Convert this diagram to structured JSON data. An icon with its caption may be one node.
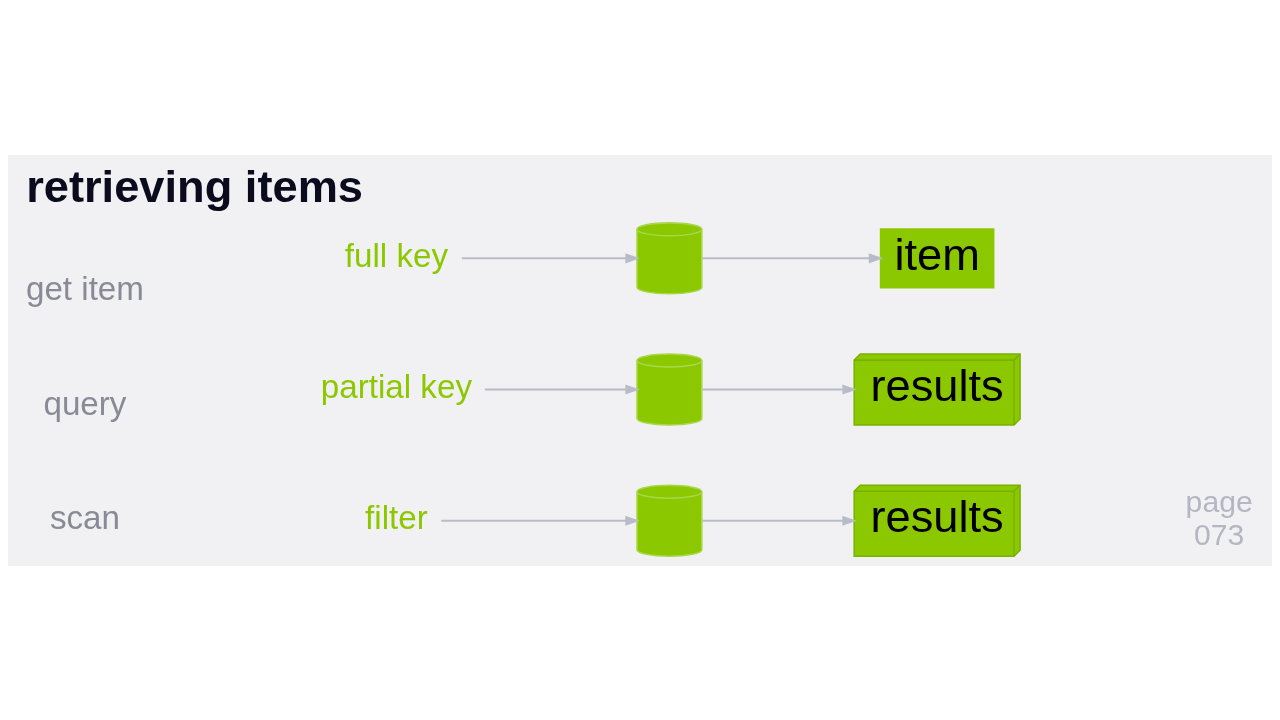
{
  "diagram": {
    "title": "retrieving items",
    "nodes": [
      {
        "text": [
          "full key"
        ]
      },
      {
        "text": [],
        "shape": "cylinder"
      },
      {
        "text": [
          "item"
        ]
      },
      {
        "text": [
          "partial key"
        ]
      },
      {
        "text": [],
        "shape": "cylinder"
      },
      {
        "text": [
          "results"
        ]
      },
      {
        "text": [
          "filter"
        ]
      },
      {
        "text": [],
        "shape": "cylinder"
      },
      {
        "text": [
          "results"
        ]
      }
    ],
    "edges": [
      {
        "from": 0,
        "to": 1,
        "arrow": "to"
      },
      {
        "from": 1,
        "to": 2,
        "arrow": "to"
      },
      {
        "from": 3,
        "to": 4,
        "arrow": "to"
      },
      {
        "from": 4,
        "to": 5,
        "arrow": "to"
      },
      {
        "from": 6,
        "to": 7,
        "arrow": "to"
      },
      {
        "from": 7,
        "to": 8,
        "arrow": "to"
      }
    ],
    "labels": [
      "get item",
      "query",
      "scan",
      "page 073"
    ]
  }
}
